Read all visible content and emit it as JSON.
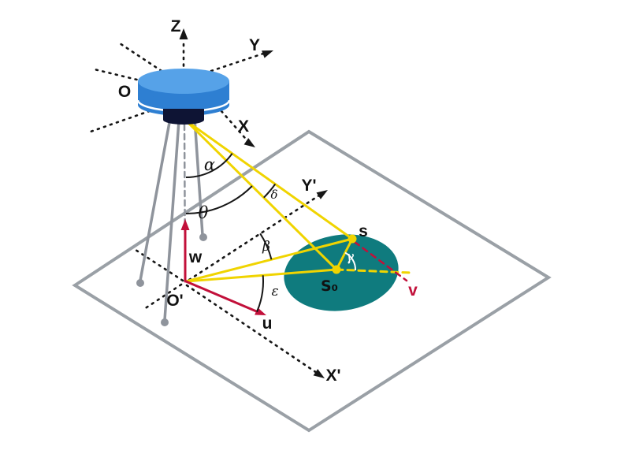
{
  "diagram": {
    "labels": {
      "z_axis": "Z",
      "y_axis": "Y",
      "x_axis": "X",
      "scanner_origin": "O",
      "y_prime_axis": "Y'",
      "x_prime_axis": "X'",
      "ground_origin": "O'",
      "w_axis": "w",
      "u_axis": "u",
      "v_axis": "v",
      "point_s": "s",
      "point_s0": "S₀",
      "angle_alpha": "α",
      "angle_theta": "θ",
      "angle_delta": "δ",
      "angle_beta": "β",
      "angle_epsilon": "ε",
      "angle_gamma": "γ"
    },
    "colors": {
      "background": "#ffffff",
      "axis_black": "#161616",
      "plane_gray": "#9aa0a6",
      "tripod_gray": "#8f949c",
      "scanner_top_blue": "#56a2e8",
      "scanner_body_blue": "#2e7fd2",
      "scanner_mount_dark": "#0e1434",
      "beam_yellow": "#f0d400",
      "vector_red": "#c2103a",
      "target_teal": "#0f7b7e",
      "label_dark": "#111111",
      "gamma_label": "#ffffff"
    }
  }
}
